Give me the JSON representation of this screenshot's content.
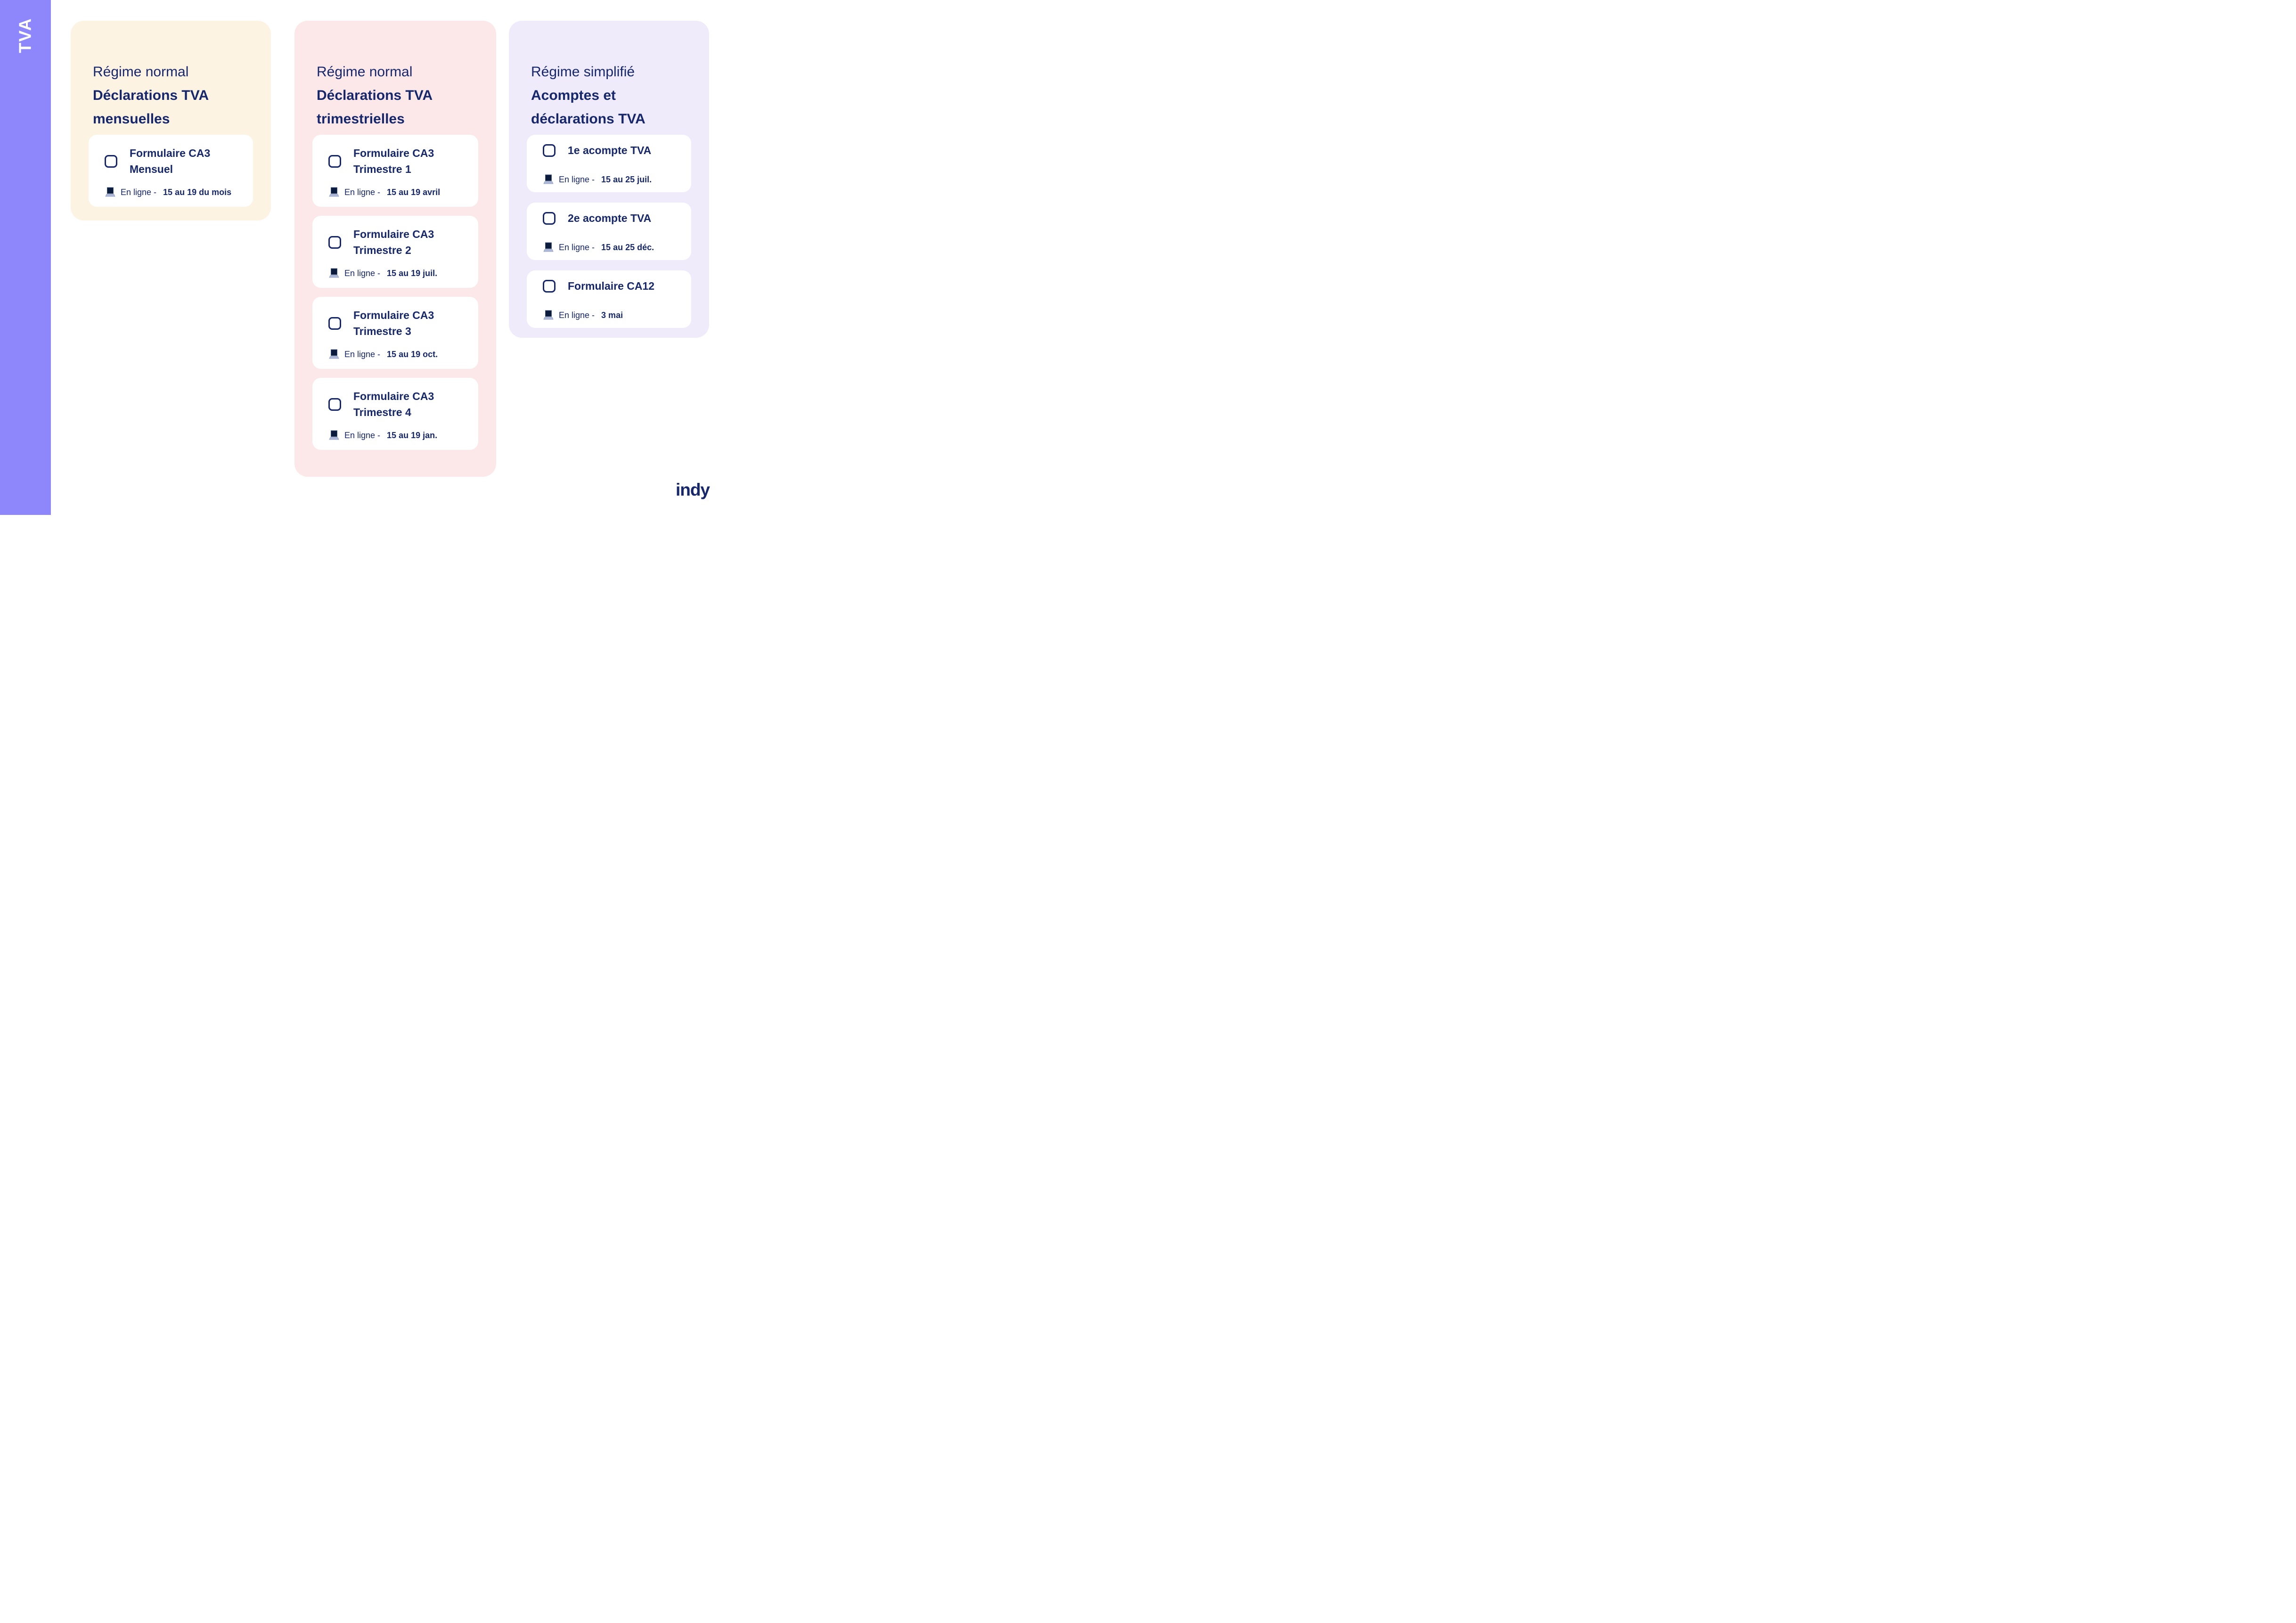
{
  "sidebar": {
    "label": "TVA"
  },
  "colors": {
    "sidebar_purple": "#8E86FB",
    "panel_cream": "#FDF3E3",
    "panel_pink": "#FCE8E8",
    "panel_lavender": "#EFEBFA",
    "text_navy": "#16276C",
    "card_white": "#FFFFFF"
  },
  "columns": [
    {
      "header_light": "Régime normal",
      "header_bold_lines": [
        "Déclarations TVA",
        "mensuelles"
      ],
      "cards": [
        {
          "title_lines": [
            "Formulaire CA3",
            "Mensuel"
          ],
          "date_prefix": "En ligne -",
          "date_bold": "15 au 19 du mois"
        }
      ]
    },
    {
      "header_light": "Régime normal",
      "header_bold_lines": [
        "Déclarations TVA",
        "trimestrielles"
      ],
      "cards": [
        {
          "title_lines": [
            "Formulaire CA3",
            "Trimestre 1"
          ],
          "date_prefix": "En ligne -",
          "date_bold": "15 au 19 avril"
        },
        {
          "title_lines": [
            "Formulaire CA3",
            "Trimestre 2"
          ],
          "date_prefix": "En ligne -",
          "date_bold": "15 au 19 juil."
        },
        {
          "title_lines": [
            "Formulaire CA3",
            "Trimestre 3"
          ],
          "date_prefix": "En ligne -",
          "date_bold": "15 au 19 oct."
        },
        {
          "title_lines": [
            "Formulaire CA3",
            "Trimestre 4"
          ],
          "date_prefix": "En ligne -",
          "date_bold": "15 au 19 jan."
        }
      ]
    },
    {
      "header_light": "Régime simplifié",
      "header_bold_lines": [
        "Acomptes et",
        "déclarations TVA"
      ],
      "cards": [
        {
          "title_lines": [
            "1e acompte TVA"
          ],
          "date_prefix": "En ligne -",
          "date_bold": "15 au 25 juil."
        },
        {
          "title_lines": [
            "2e acompte TVA"
          ],
          "date_prefix": "En ligne -",
          "date_bold": "15 au 25 déc."
        },
        {
          "title_lines": [
            "Formulaire CA12"
          ],
          "date_prefix": "En ligne -",
          "date_bold": "3 mai"
        }
      ]
    }
  ],
  "footer": {
    "logo": "indy"
  }
}
